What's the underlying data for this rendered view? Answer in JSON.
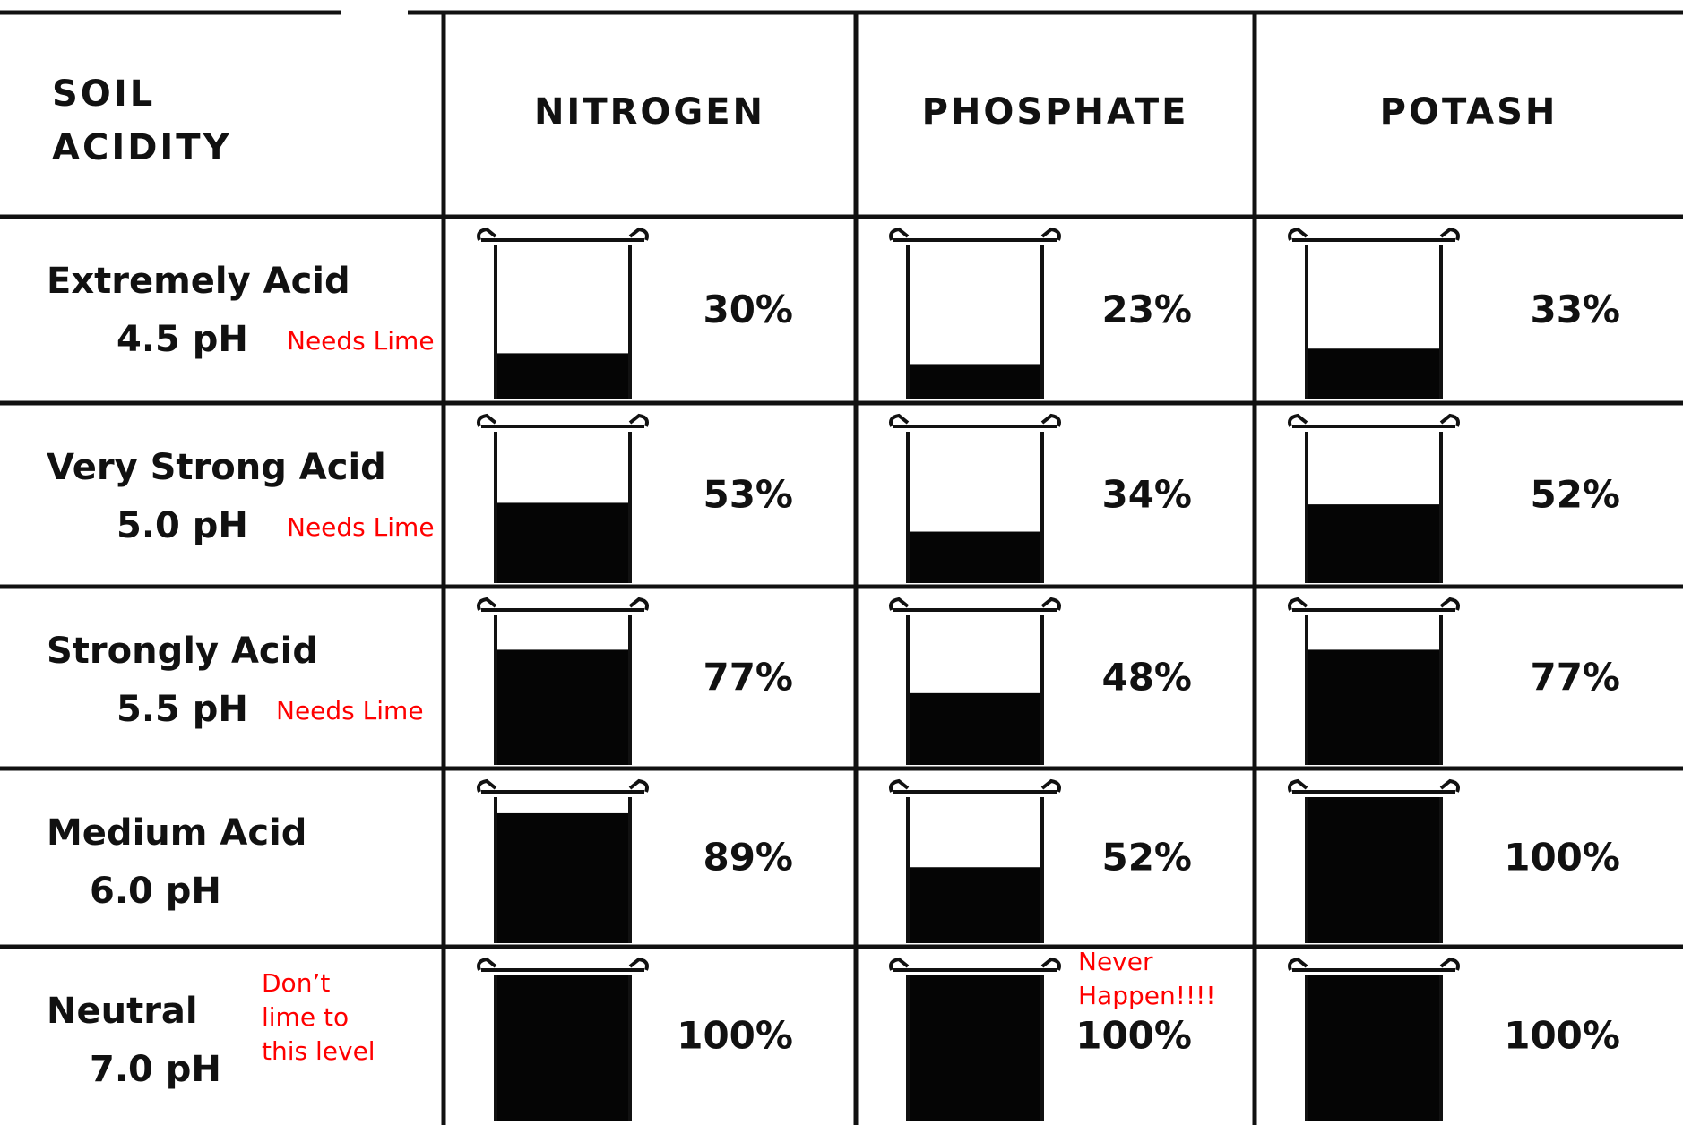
{
  "chart_data": {
    "type": "table",
    "corner_header": [
      "SOIL",
      "ACIDITY"
    ],
    "columns": [
      "NITROGEN",
      "PHOSPHATE",
      "POTASH"
    ],
    "rows": [
      {
        "name": "Extremely Acid",
        "ph": "4.5 pH",
        "note": [
          "Needs Lime"
        ],
        "values": [
          30,
          23,
          33
        ],
        "labels": [
          "30%",
          "23%",
          "33%"
        ]
      },
      {
        "name": "Very Strong Acid",
        "ph": "5.0 pH",
        "note": [
          "Needs Lime"
        ],
        "values": [
          53,
          34,
          52
        ],
        "labels": [
          "53%",
          "34%",
          "52%"
        ]
      },
      {
        "name": "Strongly Acid",
        "ph": "5.5 pH",
        "note": [
          "Needs Lime"
        ],
        "values": [
          77,
          48,
          77
        ],
        "labels": [
          "77%",
          "48%",
          "77%"
        ]
      },
      {
        "name": "Medium Acid",
        "ph": "6.0 pH",
        "note": [],
        "values": [
          89,
          52,
          100
        ],
        "labels": [
          "89%",
          "52%",
          "100%"
        ]
      },
      {
        "name": "Neutral",
        "ph": "7.0 pH",
        "note": [
          "Don’t",
          "lime to",
          "this level"
        ],
        "values": [
          100,
          100,
          100
        ],
        "labels": [
          "100%",
          "100%",
          "100%"
        ]
      }
    ],
    "cell_annotations": [
      {
        "row": 4,
        "column": 1,
        "text": [
          "Never",
          "Happen!!!!"
        ]
      }
    ],
    "colors": {
      "ink": "#111111",
      "annotation": "#ff0000",
      "fill": "#050505"
    }
  }
}
